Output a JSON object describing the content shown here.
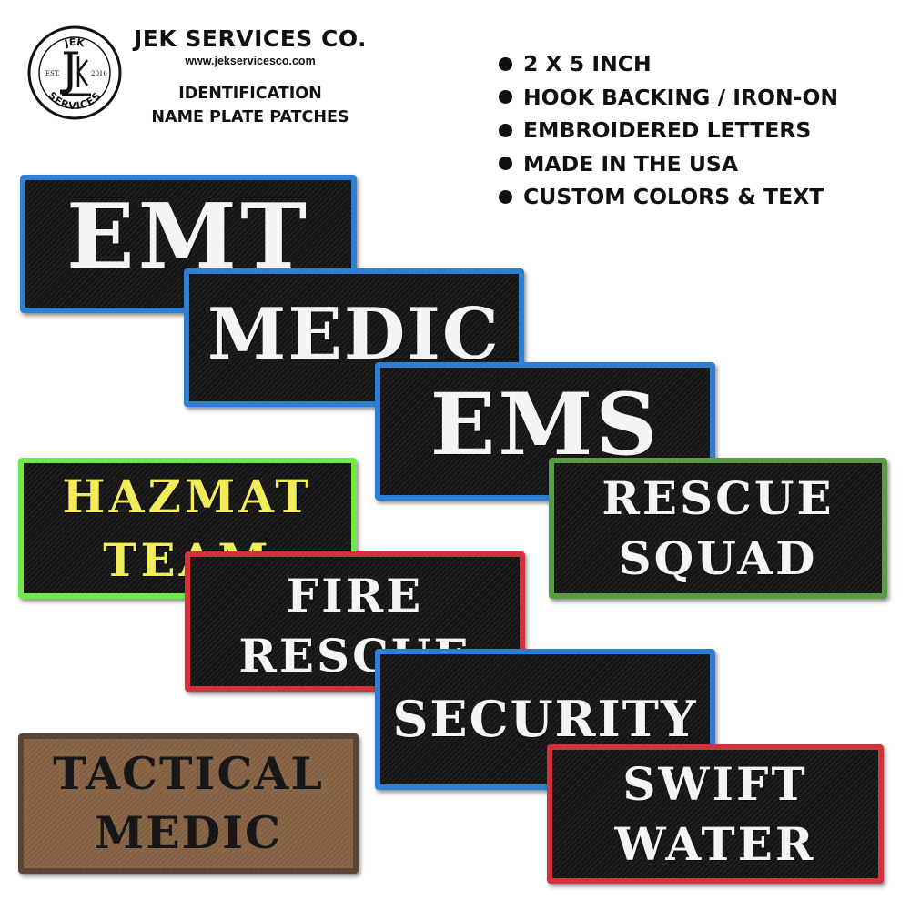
{
  "logo": {
    "top": "JEK",
    "left": "EST.",
    "right": "2016",
    "bottom": "SERVICES"
  },
  "brand": {
    "name": "JEK SERVICES CO.",
    "url": "www.jekservicesco.com",
    "line1": "IDENTIFICATION",
    "line2": "NAME PLATE PATCHES"
  },
  "features": [
    "2 X 5 INCH",
    "HOOK BACKING / IRON-ON",
    "EMBROIDERED LETTERS",
    "MADE IN THE USA",
    "CUSTOM COLORS & TEXT"
  ],
  "patches": {
    "emt": {
      "line1": "EMT"
    },
    "medic": {
      "line1": "MEDIC"
    },
    "ems": {
      "line1": "EMS"
    },
    "hazmat": {
      "line1": "HAZMAT",
      "line2": "TEAM"
    },
    "rescue_squad": {
      "line1": "RESCUE",
      "line2": "SQUAD"
    },
    "fire_rescue": {
      "line1": "FIRE",
      "line2": "RESCUE"
    },
    "security": {
      "line1": "SECURITY"
    },
    "tactical_medic": {
      "line1": "TACTICAL",
      "line2": "MEDIC"
    },
    "swift_water": {
      "line1": "SWIFT",
      "line2": "WATER"
    }
  },
  "colors": {
    "blue_border": "#2d7fd4",
    "red_border": "#d4313a",
    "lime_border": "#6fe84a",
    "green_border": "#5b9b45",
    "brown_patch": "#8a6748",
    "yellow_text": "#f3ec5a"
  }
}
